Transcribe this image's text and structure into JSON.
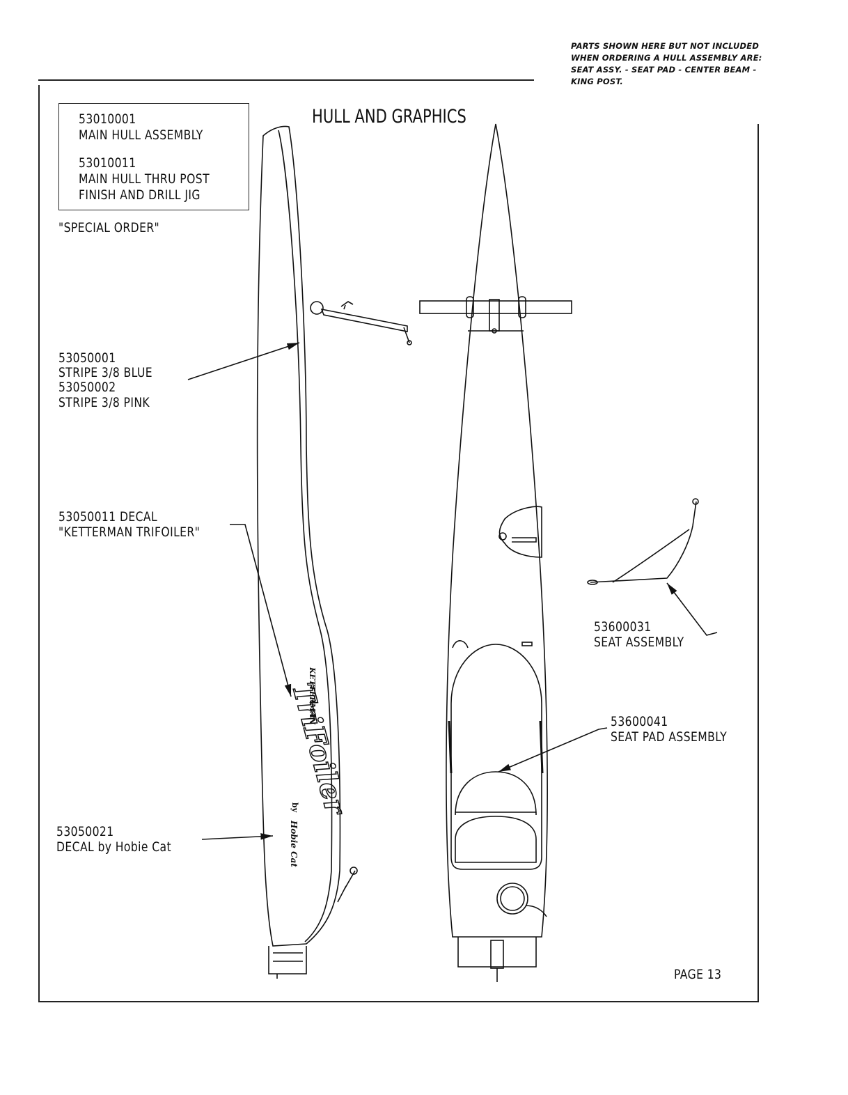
{
  "note": {
    "line1": "PARTS SHOWN HERE BUT NOT INCLUDED",
    "line2": "WHEN ORDERING A HULL ASSEMBLY ARE:",
    "line3": "SEAT ASSY. - SEAT PAD - CENTER BEAM -",
    "line4": "KING POST."
  },
  "title": "HULL AND GRAPHICS",
  "partbox": {
    "p1_number": "53010001",
    "p1_desc": "MAIN HULL ASSEMBLY",
    "p2_number": "53010011",
    "p2_desc1": "MAIN HULL THRU POST",
    "p2_desc2": "FINISH AND DRILL JIG"
  },
  "special_order": "\"SPECIAL ORDER\"",
  "stripe": {
    "blue_number": "53050001",
    "blue_desc": "STRIPE 3/8 BLUE",
    "pink_number": "53050002",
    "pink_desc": "STRIPE 3/8 PINK"
  },
  "decal_trifoiler": {
    "line1": "53050011 DECAL",
    "line2": "\"KETTERMAN TRIFOILER\""
  },
  "decal_hobie": {
    "number": "53050021",
    "desc": "DECAL by Hobie Cat"
  },
  "seat_assembly": {
    "number": "53600031",
    "desc": "SEAT ASSEMBLY"
  },
  "seat_pad": {
    "number": "53600041",
    "desc": "SEAT PAD ASSEMBLY"
  },
  "hull_graphic": {
    "ketterman": "KETTERMAN",
    "trifoiler": "TriFoiler",
    "by": "by",
    "hobie": "Hobie Cat"
  },
  "page": "PAGE 13"
}
